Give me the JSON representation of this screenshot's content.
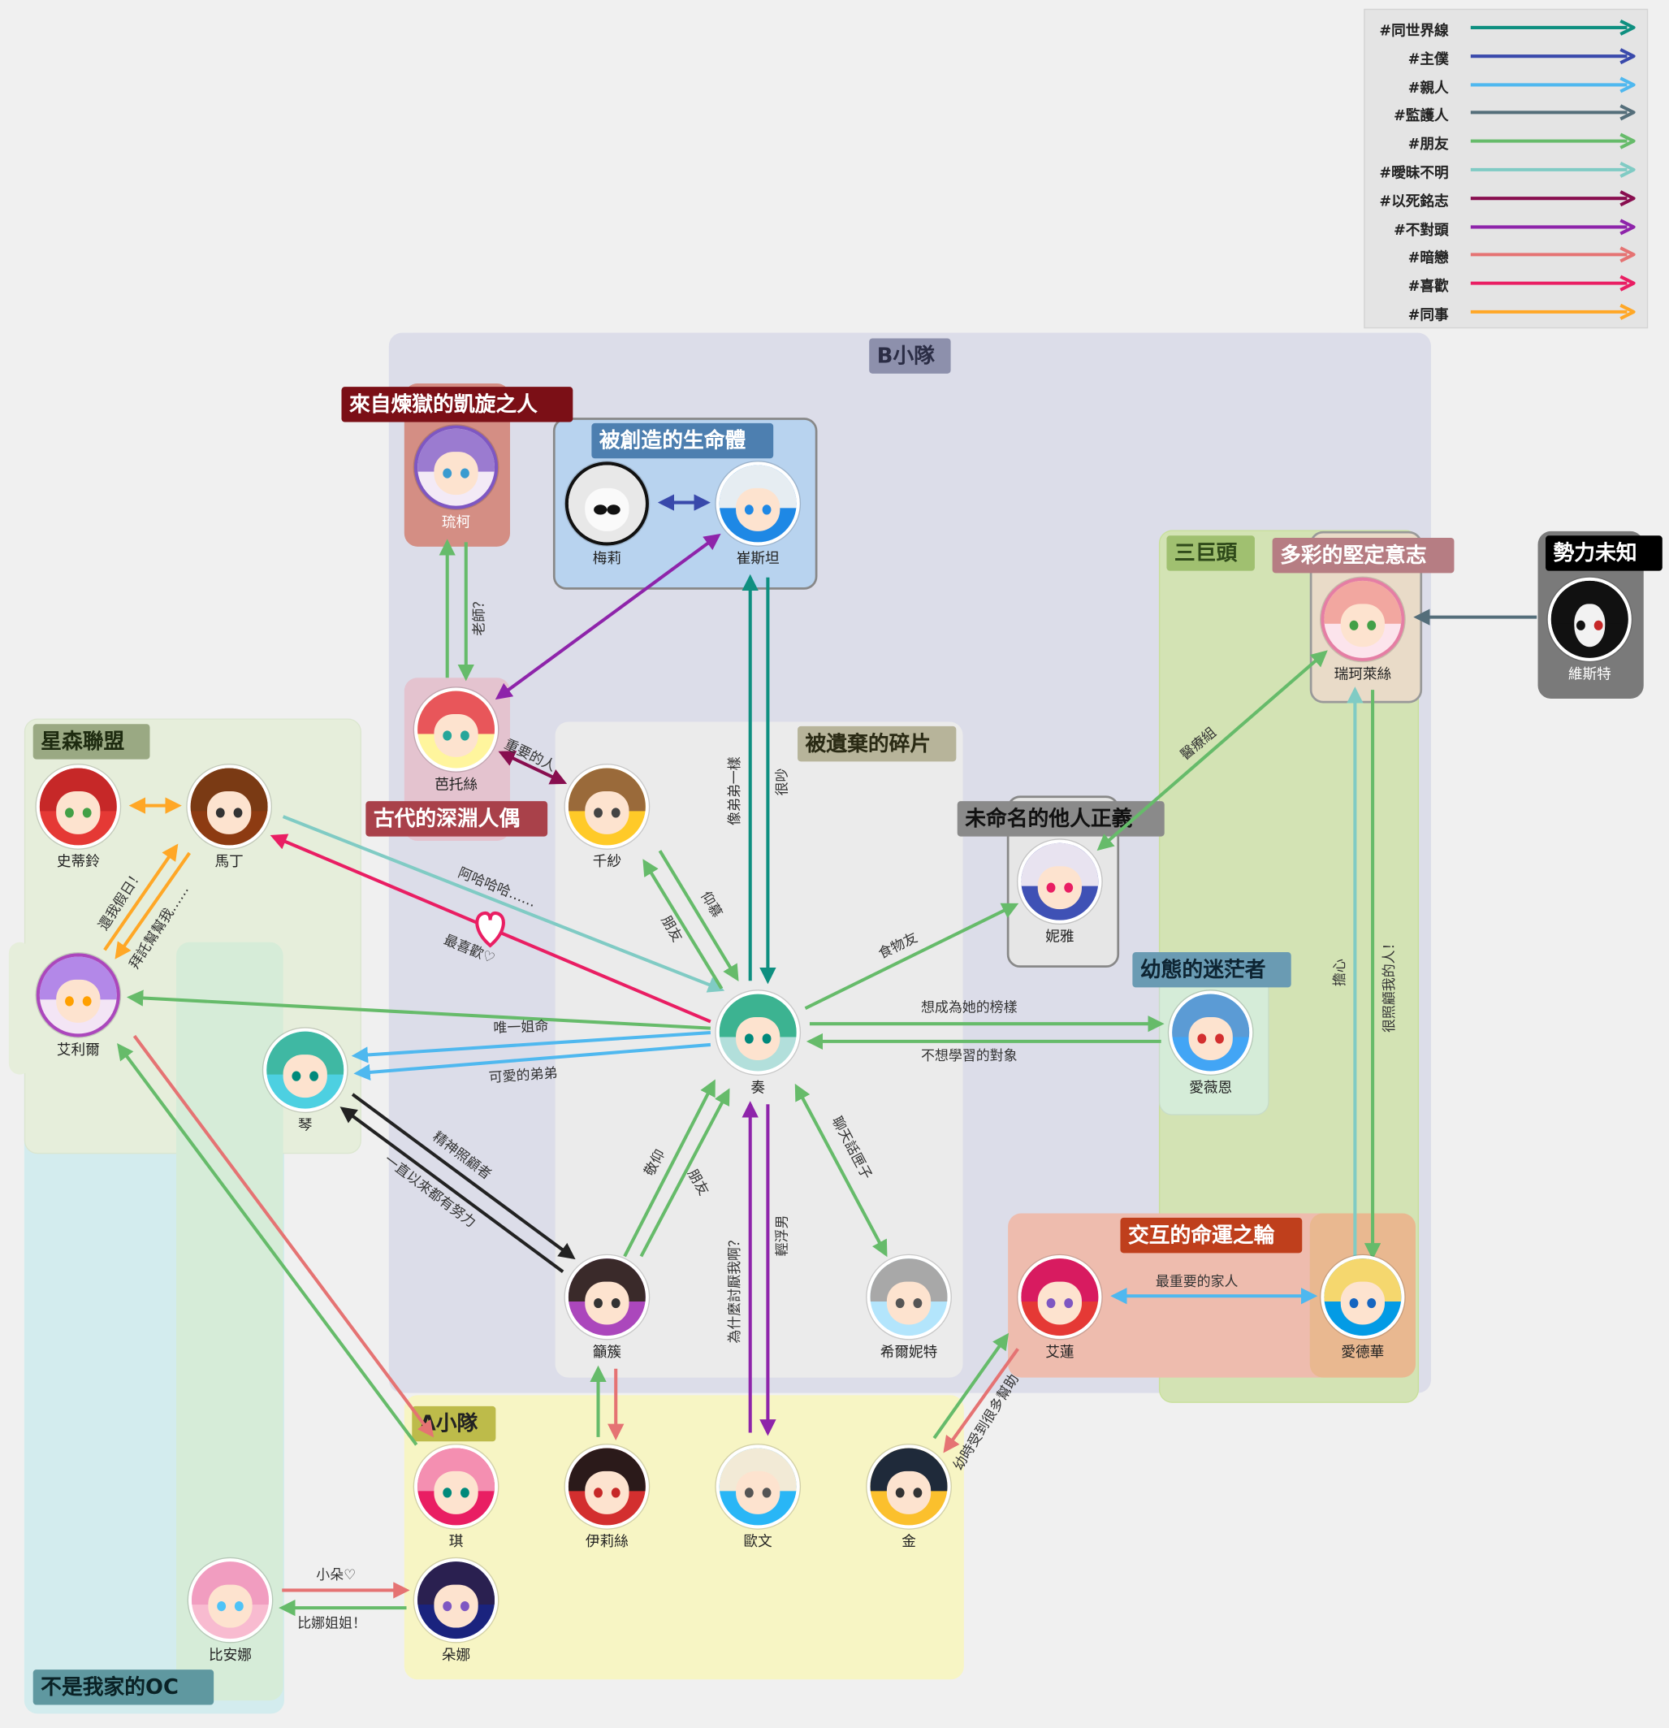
{
  "legend": [
    {
      "label": "#同世界線",
      "color": "#0e8f80"
    },
    {
      "label": "#主僕",
      "color": "#3949ab"
    },
    {
      "label": "#親人",
      "color": "#4fb8ef"
    },
    {
      "label": "#監護人",
      "color": "#546e7a"
    },
    {
      "label": "#朋友",
      "color": "#66bb6a"
    },
    {
      "label": "#曖昧不明",
      "color": "#80cbc4"
    },
    {
      "label": "#以死銘志",
      "color": "#880e4f"
    },
    {
      "label": "#不對頭",
      "color": "#8e24aa"
    },
    {
      "label": "#暗戀",
      "color": "#e57373"
    },
    {
      "label": "#喜歡",
      "color": "#e91e63"
    },
    {
      "label": "#同事",
      "color": "#ffa726"
    }
  ],
  "groups": {
    "b_team": "B小隊",
    "purgatory": "來自煉獄的凱旋之人",
    "created": "被創造的生命體",
    "three_giants": "三巨頭",
    "colorful": "多彩的堅定意志",
    "unknown": "勢力未知",
    "star_forest": "星森聯盟",
    "ancient_doll": "古代的深淵人偶",
    "abandoned": "被遺棄的碎片",
    "unnamed": "未命名的他人正義",
    "lost": "幼態的迷茫者",
    "fate_wheel": "交互的命運之輪",
    "a_team": "A小隊",
    "not_my_oc": "不是我家的OC"
  },
  "characters": {
    "liuke": "琉柯",
    "meili": "梅莉",
    "cuisitan": "崔斯坦",
    "ruike": "瑞珂萊絲",
    "weisite": "維斯特",
    "batuosi": "芭托絲",
    "shidiling": "史蒂鈴",
    "mading": "馬丁",
    "qiansha": "千紗",
    "niya": "妮雅",
    "ailier": "艾利爾",
    "qin": "琴",
    "zou": "奏",
    "aiween": "愛薇恩",
    "ancu": "籲簇",
    "xiernite": "希爾妮特",
    "ailian": "艾蓮",
    "aidehua": "愛德華",
    "qi": "琪",
    "yilisi": "伊莉絲",
    "ouwen": "歐文",
    "jin": "金",
    "bianna": "比安娜",
    "duona": "朵娜"
  },
  "edge_labels": {
    "teacher": "老師？",
    "important": "重要的人",
    "like_brother": "像弟弟一樣",
    "noisy": "很吵",
    "medical": "醫療組",
    "ahaha": "阿哈哈哈……",
    "favorite": "最喜歡♡",
    "return_holiday": "還我假日！",
    "please_help": "拜託幫幫我……",
    "admire": "仰慕",
    "friend": "朋友",
    "food_friend": "食物友",
    "only_sister": "唯一姐命",
    "cute_brother": "可愛的弟弟",
    "role_model": "想成為她的榜樣",
    "not_learn": "不想學習的對象",
    "worry": "擔心",
    "take_care": "很照顧我的人！",
    "spirit_care": "精神照顧者",
    "always_work": "一直以來都有努力",
    "respect": "敬仰",
    "friend2": "朋友",
    "why_hate": "為什麼討厭我啊？",
    "frivolous": "輕浮男",
    "chatterbox": "聊天話匣子",
    "family": "最重要的家人",
    "childhood_help": "幼時受到很多幫助",
    "xiaoduo": "小朵♡",
    "sister_bianna": "比娜姐姐！"
  }
}
